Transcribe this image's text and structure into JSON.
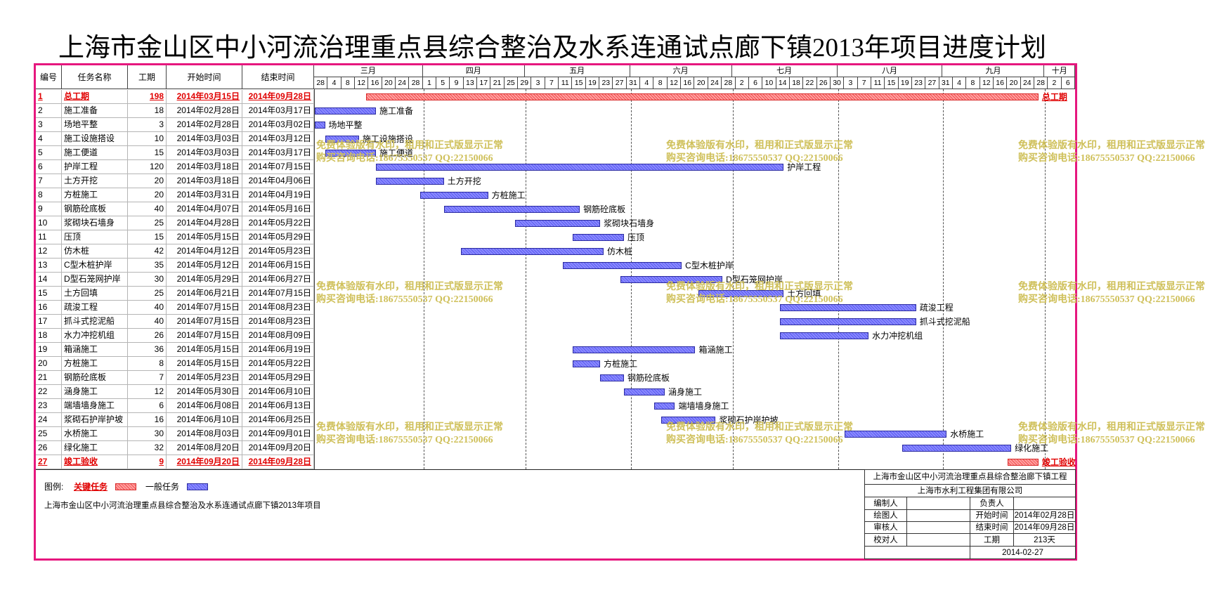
{
  "colors": {
    "frame": "#e6177e",
    "critical_bar": "#f04c4c",
    "normal_bar": "#5a5af0",
    "critical_text": "#e00000",
    "watermark": "#cfc05a"
  },
  "chart_data": {
    "type": "bar",
    "title": "上海市金山区中小河流治理重点县综合整治及水系连通试点廊下镇2013年项目进度计划",
    "columns": {
      "id": "编号",
      "name": "任务名称",
      "duration": "工期",
      "start": "开始时间",
      "end": "结束时间"
    },
    "months": [
      "三月",
      "四月",
      "五月",
      "六月",
      "七月",
      "八月",
      "九月",
      "十月"
    ],
    "day_ticks": [
      "28",
      "4",
      "8",
      "12",
      "16",
      "20",
      "24",
      "28",
      "1",
      "5",
      "9",
      "13",
      "17",
      "21",
      "25",
      "29",
      "3",
      "7",
      "11",
      "15",
      "19",
      "23",
      "27",
      "31",
      "4",
      "8",
      "12",
      "16",
      "20",
      "24",
      "28",
      "2",
      "6",
      "10",
      "14",
      "18",
      "22",
      "26",
      "30",
      "3",
      "7",
      "11",
      "15",
      "19",
      "23",
      "27",
      "31",
      "4",
      "8",
      "12",
      "16",
      "20",
      "24",
      "28",
      "2",
      "6"
    ],
    "tasks": [
      {
        "id": "1",
        "name": "总工期",
        "duration": "198",
        "start": "2014年03月15日",
        "end": "2014年09月28日",
        "critical": true
      },
      {
        "id": "2",
        "name": "施工准备",
        "duration": "18",
        "start": "2014年02月28日",
        "end": "2014年03月17日",
        "critical": false
      },
      {
        "id": "3",
        "name": "场地平整",
        "duration": "3",
        "start": "2014年02月28日",
        "end": "2014年03月02日",
        "critical": false
      },
      {
        "id": "4",
        "name": "施工设施搭设",
        "duration": "10",
        "start": "2014年03月03日",
        "end": "2014年03月12日",
        "critical": false
      },
      {
        "id": "5",
        "name": "施工便道",
        "duration": "15",
        "start": "2014年03月03日",
        "end": "2014年03月17日",
        "critical": false
      },
      {
        "id": "6",
        "name": "护岸工程",
        "duration": "120",
        "start": "2014年03月18日",
        "end": "2014年07月15日",
        "critical": false
      },
      {
        "id": "7",
        "name": "土方开挖",
        "duration": "20",
        "start": "2014年03月18日",
        "end": "2014年04月06日",
        "critical": false
      },
      {
        "id": "8",
        "name": "方桩施工",
        "duration": "20",
        "start": "2014年03月31日",
        "end": "2014年04月19日",
        "critical": false
      },
      {
        "id": "9",
        "name": "钢筋砼底板",
        "duration": "40",
        "start": "2014年04月07日",
        "end": "2014年05月16日",
        "critical": false
      },
      {
        "id": "10",
        "name": "浆砌块石墙身",
        "duration": "25",
        "start": "2014年04月28日",
        "end": "2014年05月22日",
        "critical": false
      },
      {
        "id": "11",
        "name": "压顶",
        "duration": "15",
        "start": "2014年05月15日",
        "end": "2014年05月29日",
        "critical": false
      },
      {
        "id": "12",
        "name": "仿木桩",
        "duration": "42",
        "start": "2014年04月12日",
        "end": "2014年05月23日",
        "critical": false
      },
      {
        "id": "13",
        "name": "C型木桩护岸",
        "duration": "35",
        "start": "2014年05月12日",
        "end": "2014年06月15日",
        "critical": false
      },
      {
        "id": "14",
        "name": "D型石笼网护岸",
        "duration": "30",
        "start": "2014年05月29日",
        "end": "2014年06月27日",
        "critical": false
      },
      {
        "id": "15",
        "name": "土方回填",
        "duration": "25",
        "start": "2014年06月21日",
        "end": "2014年07月15日",
        "critical": false
      },
      {
        "id": "16",
        "name": "疏浚工程",
        "duration": "40",
        "start": "2014年07月15日",
        "end": "2014年08月23日",
        "critical": false
      },
      {
        "id": "17",
        "name": "抓斗式挖泥船",
        "duration": "40",
        "start": "2014年07月15日",
        "end": "2014年08月23日",
        "critical": false
      },
      {
        "id": "18",
        "name": "水力冲挖机组",
        "duration": "26",
        "start": "2014年07月15日",
        "end": "2014年08月09日",
        "critical": false
      },
      {
        "id": "19",
        "name": "箱涵施工",
        "duration": "36",
        "start": "2014年05月15日",
        "end": "2014年06月19日",
        "critical": false
      },
      {
        "id": "20",
        "name": "方桩施工",
        "duration": "8",
        "start": "2014年05月15日",
        "end": "2014年05月22日",
        "critical": false
      },
      {
        "id": "21",
        "name": "钢筋砼底板",
        "duration": "7",
        "start": "2014年05月23日",
        "end": "2014年05月29日",
        "critical": false
      },
      {
        "id": "22",
        "name": "涵身施工",
        "duration": "12",
        "start": "2014年05月30日",
        "end": "2014年06月10日",
        "critical": false
      },
      {
        "id": "23",
        "name": "端墙墙身施工",
        "duration": "6",
        "start": "2014年06月08日",
        "end": "2014年06月13日",
        "critical": false
      },
      {
        "id": "24",
        "name": "浆砌石护岸护坡",
        "duration": "16",
        "start": "2014年06月10日",
        "end": "2014年06月25日",
        "critical": false
      },
      {
        "id": "25",
        "name": "水桥施工",
        "duration": "30",
        "start": "2014年08月03日",
        "end": "2014年09月01日",
        "critical": false
      },
      {
        "id": "26",
        "name": "绿化施工",
        "duration": "32",
        "start": "2014年08月20日",
        "end": "2014年09月20日",
        "critical": false
      },
      {
        "id": "27",
        "name": "竣工验收",
        "duration": "9",
        "start": "2014年09月20日",
        "end": "2014年09月28日",
        "critical": true
      }
    ],
    "legend": {
      "label": "图例:",
      "critical": "关键任务",
      "normal": "一般任务"
    }
  },
  "footer": {
    "description": "上海市金山区中小河流治理重点县综合整治及水系连通试点廊下镇2013年项目"
  },
  "info_table": {
    "project": "上海市金山区中小河流治理重点县综合整治廊下镇工程",
    "company": "上海市水利工程集团有限公司",
    "rows": [
      {
        "label": "编制人",
        "label2": "负责人"
      },
      {
        "label": "绘图人",
        "label2": "开始时间",
        "value2": "2014年02月28日"
      },
      {
        "label": "审核人",
        "label2": "结束时间",
        "value2": "2014年09月28日"
      },
      {
        "label": "校对人",
        "label2": "工期",
        "value2": "213天"
      }
    ],
    "date": "2014-02-27"
  },
  "watermark": {
    "line1": "免费体验版有水印，租用和正式版显示正常",
    "line2": "购买咨询电话:18675550537 QQ:22150066"
  }
}
